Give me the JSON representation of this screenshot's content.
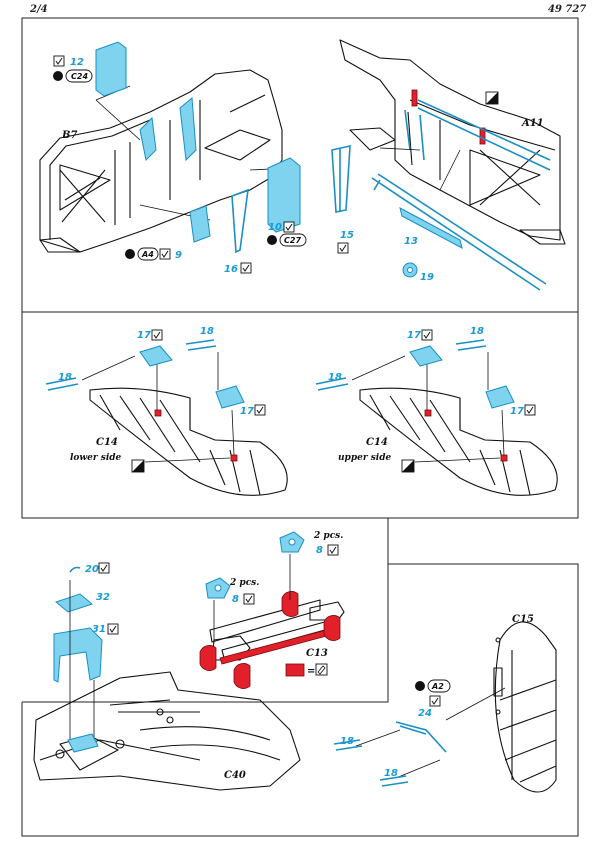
{
  "header": {
    "page": "2/4",
    "code": "49 727"
  },
  "labels": {
    "b7": "B7",
    "a11": "A11",
    "c14_a": "C14",
    "c14_b": "C14",
    "lower_side": "lower side",
    "upper_side": "upper side",
    "c40": "C40",
    "c13": "C13",
    "c15": "C15",
    "two_pcs_a": "2 pcs.",
    "two_pcs_b": "2 pcs."
  },
  "refs": {
    "c24": "C24",
    "a4": "A4",
    "c27": "C27",
    "a2": "A2"
  },
  "parts": {
    "p12": "12",
    "p9": "9",
    "p10": "10",
    "p16": "16",
    "p15": "15",
    "p13": "13",
    "p19": "19",
    "p17a": "17",
    "p18a": "18",
    "p18b": "18",
    "p17b": "17",
    "p17c": "17",
    "p18c": "18",
    "p18d": "18",
    "p17d": "17",
    "p20": "20",
    "p32": "32",
    "p31": "31",
    "p8a": "8",
    "p8b": "8",
    "p24": "24",
    "p18e": "18",
    "p18f": "18"
  },
  "colors": {
    "photo_etch": "#7fd3ee",
    "photo_etch_stroke": "#1a8fc4",
    "paint_red": "#e2202a"
  }
}
